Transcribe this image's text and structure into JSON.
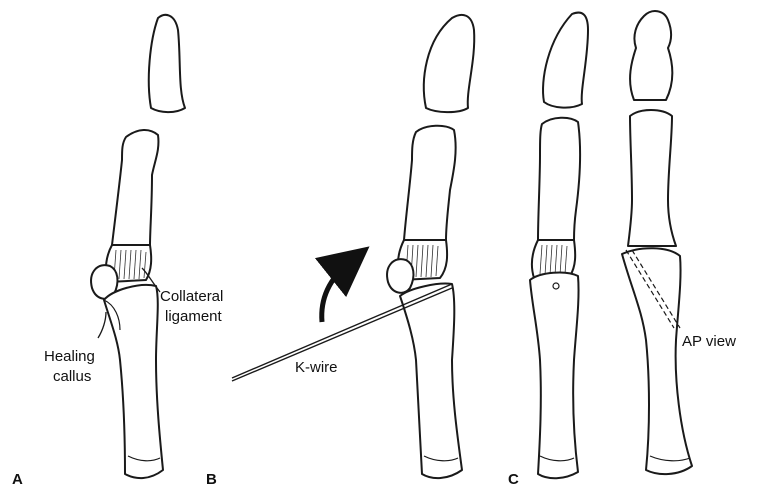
{
  "labels": {
    "collateral_line1": "Collateral",
    "collateral_line2": "ligament",
    "healing_line1": "Healing",
    "healing_line2": "callus",
    "kwire": "K-wire",
    "ap_view": "AP view"
  },
  "panels": {
    "a": "A",
    "b": "B",
    "c": "C"
  }
}
